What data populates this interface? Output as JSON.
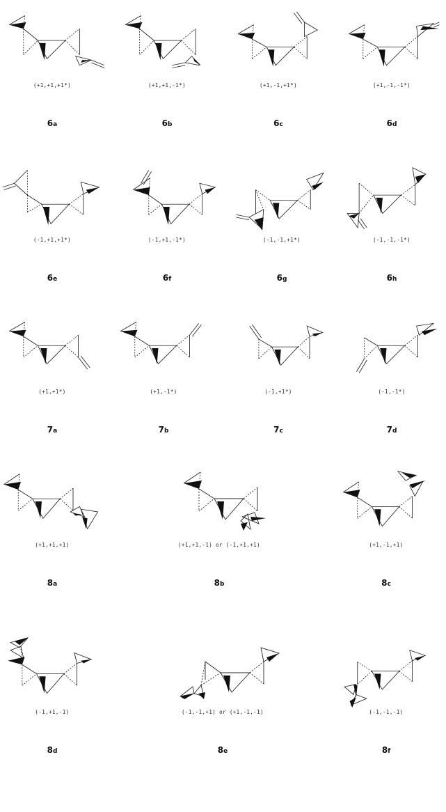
{
  "rows": [
    [
      {
        "sign": "(+1,+1,+1*)",
        "num": "6",
        "sub": "a"
      },
      {
        "sign": "(+1,+1,-1*)",
        "num": "6",
        "sub": "b"
      },
      {
        "sign": "(+1,-1,+1*)",
        "num": "6",
        "sub": "c"
      },
      {
        "sign": "(+1,-1,-1*)",
        "num": "6",
        "sub": "d"
      }
    ],
    [
      {
        "sign": "(-1,+1,+1*)",
        "num": "6",
        "sub": "e"
      },
      {
        "sign": "(-1,+1,-1*)",
        "num": "6",
        "sub": "f"
      },
      {
        "sign": "(-1,-1,+1*)",
        "num": "6",
        "sub": "g"
      },
      {
        "sign": "(-1,-1,-1*)",
        "num": "6",
        "sub": "h"
      }
    ],
    [
      {
        "sign": "(+1,+1*)",
        "num": "7",
        "sub": "a"
      },
      {
        "sign": "(+1,-1*)",
        "num": "7",
        "sub": "b"
      },
      {
        "sign": "(-1,+1*)",
        "num": "7",
        "sub": "c"
      },
      {
        "sign": "(-1,-1*)",
        "num": "7",
        "sub": "d"
      }
    ],
    [
      {
        "sign": "(+1,+1,+1)",
        "num": "8",
        "sub": "a"
      },
      {
        "sign": "(+1,+1,-1) or (-1,+1,+1)",
        "num": "8",
        "sub": "b"
      },
      {
        "sign": "(+1,-1,+1)",
        "num": "8",
        "sub": "c"
      }
    ],
    [
      {
        "sign": "(-1,+1,-1)",
        "num": "8",
        "sub": "d"
      },
      {
        "sign": "(-1,-1,+1) or (+1,-1,-1)",
        "num": "8",
        "sub": "e"
      },
      {
        "sign": "(-1,-1,-1)",
        "num": "8",
        "sub": "f"
      }
    ]
  ]
}
